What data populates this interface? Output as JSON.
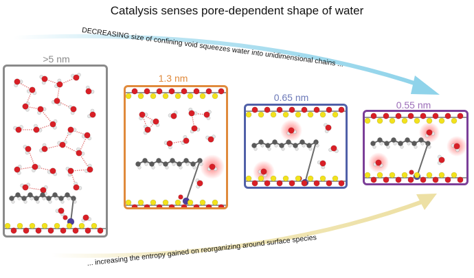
{
  "title": "Catalysis senses pore-dependent shape of water",
  "caption_top": "DECREASING size of confining void squeezes water into unidimensional chains ...",
  "caption_bottom": "... increasing the entropy gained on reorganizing around surface species",
  "panels": [
    {
      "label": ">5 nm",
      "color": "#8a8a8a"
    },
    {
      "label": "1.3 nm",
      "color": "#e08a3c"
    },
    {
      "label": "0.65 nm",
      "color": "#5060a8"
    },
    {
      "label": "0.55 nm",
      "color": "#7b3e98"
    }
  ],
  "colors": {
    "arrow_top": "#8fd3ea",
    "arrow_bottom": "#ede0a4",
    "oxygen": "#d81f26",
    "hydrogen": "#e6e6e6",
    "silicon": "#f2e21c",
    "carbon": "#5a5a5a",
    "metal": "#4b3d9a",
    "hbond": "#e07070",
    "glow": "#ff6b6b"
  }
}
